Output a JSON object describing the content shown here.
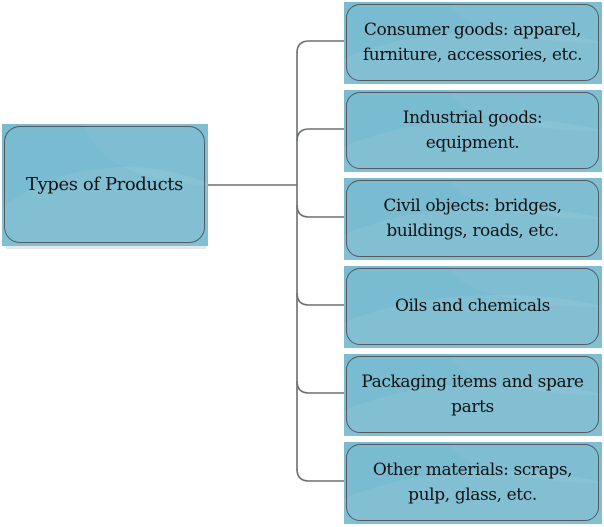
{
  "diagram": {
    "root": {
      "label": "Types of Products"
    },
    "children": [
      {
        "label": "Consumer goods: apparel, furniture, accessories, etc."
      },
      {
        "label": "Industrial goods: equipment."
      },
      {
        "label": "Civil objects: bridges, buildings, roads, etc."
      },
      {
        "label": "Oils and chemicals"
      },
      {
        "label": "Packaging items and spare parts"
      },
      {
        "label": "Other materials: scraps, pulp, glass, etc."
      }
    ],
    "colors": {
      "box_fill": "#79bbd0",
      "box_border": "#555a60",
      "connector": "#6b6e73",
      "text": "#111111"
    }
  }
}
